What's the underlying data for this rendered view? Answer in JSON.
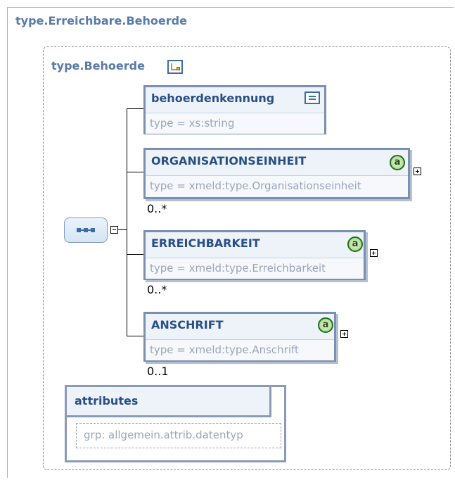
{
  "outer": {
    "title": "type.Erreichbare.Behoerde"
  },
  "inner": {
    "title": "type.Behoerde"
  },
  "elements": [
    {
      "name": "behoerdenkennung",
      "type": "type = xs:string",
      "icon": "simple-type-icon",
      "occurrence": ""
    },
    {
      "name": "ORGANISATIONSEINHEIT",
      "type": "type = xmeld:type.Organisationseinheit",
      "icon": "attribute-icon",
      "occurrence": "0..*"
    },
    {
      "name": "ERREICHBARKEIT",
      "type": "type = xmeld:type.Erreichbarkeit",
      "icon": "attribute-icon",
      "occurrence": "0..*"
    },
    {
      "name": "ANSCHRIFT",
      "type": "type = xmeld:type.Anschrift",
      "icon": "attribute-icon",
      "occurrence": "0..1"
    }
  ],
  "attributes": {
    "label": "attributes",
    "group": "grp: allgemein.attrib.datentyp"
  },
  "colors": {
    "title": "#5a7aa8",
    "element_border": "#7b8fb0",
    "element_fill": "#eef3fa",
    "type_text": "#9aa6b8",
    "name_text": "#274f86"
  }
}
